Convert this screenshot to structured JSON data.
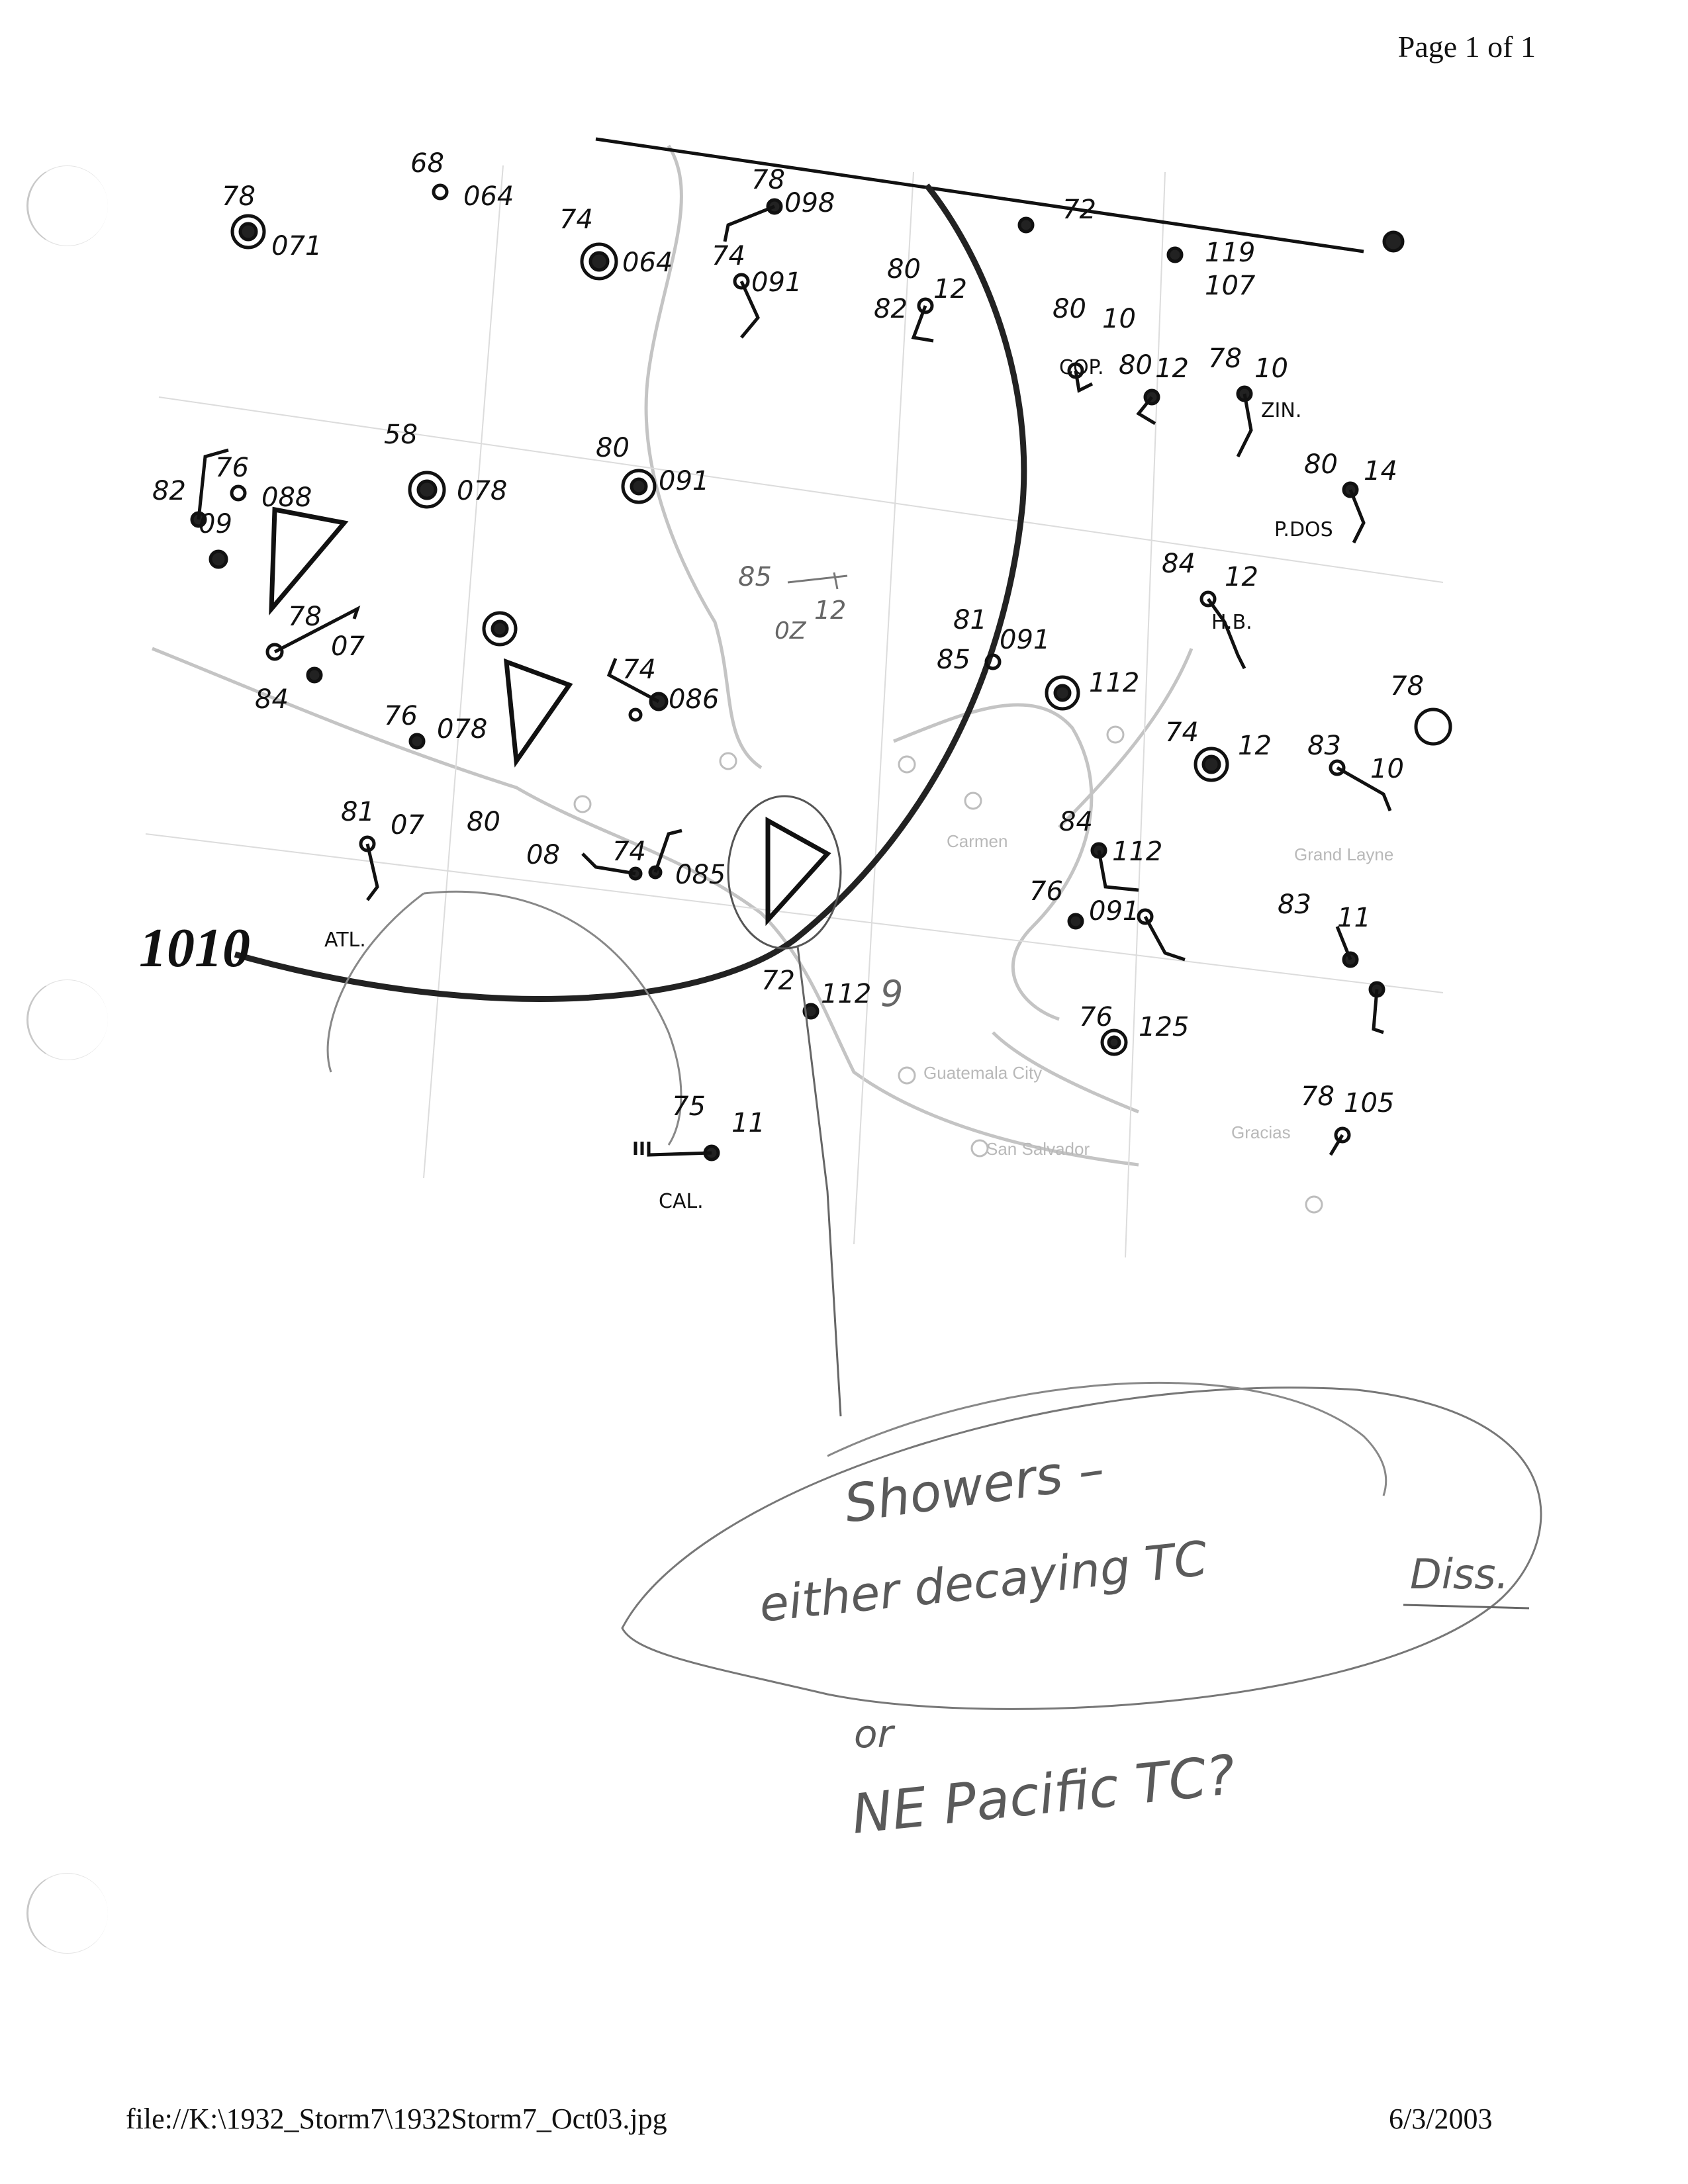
{
  "header": {
    "page_label": "Page 1 of 1"
  },
  "footer": {
    "file_path": "file://K:\\1932_Storm7\\1932Storm7_Oct03.jpg",
    "date": "6/3/2003"
  },
  "map": {
    "isobar_label": "1010",
    "pencil_station": {
      "temp": "85",
      "pressure": "12",
      "note": "0Z"
    },
    "pencil_near_center": "9",
    "stations": [
      {
        "id": "s1",
        "temp": "78",
        "pressure": "071"
      },
      {
        "id": "s2",
        "temp": "68",
        "pressure": "064"
      },
      {
        "id": "s3",
        "temp": "74",
        "pressure": "064"
      },
      {
        "id": "s4",
        "temp": "78",
        "pressure": "098"
      },
      {
        "id": "s5",
        "temp": "74",
        "pressure": "091"
      },
      {
        "id": "s6",
        "temp": "80",
        "pressure": ""
      },
      {
        "id": "s7",
        "temp": "82",
        "pressure": "12"
      },
      {
        "id": "s8",
        "temp": "72",
        "pressure": ""
      },
      {
        "id": "s9",
        "temp": "119",
        "pressure": "107"
      },
      {
        "id": "s10",
        "temp": "80",
        "pressure": "10"
      },
      {
        "id": "s11",
        "temp": "80",
        "pressure": "12"
      },
      {
        "id": "s12",
        "temp": "78",
        "pressure": "10"
      },
      {
        "id": "s13",
        "temp": "80",
        "pressure": "14"
      },
      {
        "id": "s14",
        "temp": "58",
        "pressure": "078"
      },
      {
        "id": "s15",
        "temp": "80",
        "pressure": "091"
      },
      {
        "id": "s16",
        "temp": "76",
        "pressure": "088"
      },
      {
        "id": "s17",
        "temp": "82",
        "pressure": "09"
      },
      {
        "id": "s18",
        "temp": "84",
        "pressure": "12"
      },
      {
        "id": "s19",
        "temp": "78",
        "pressure": "07"
      },
      {
        "id": "s20",
        "temp": "84",
        "pressure": ""
      },
      {
        "id": "s21",
        "temp": "76",
        "pressure": "078"
      },
      {
        "id": "s22",
        "temp": "74",
        "pressure": "086"
      },
      {
        "id": "s23",
        "temp": "81",
        "pressure": "091"
      },
      {
        "id": "s24",
        "temp": "85",
        "pressure": "112"
      },
      {
        "id": "s25",
        "temp": "78",
        "pressure": ""
      },
      {
        "id": "s26",
        "temp": "74",
        "pressure": "12"
      },
      {
        "id": "s27",
        "temp": "83",
        "pressure": "10"
      },
      {
        "id": "s28",
        "temp": "81",
        "pressure": "07"
      },
      {
        "id": "s29",
        "temp": "80",
        "pressure": "08"
      },
      {
        "id": "s30",
        "temp": "74",
        "pressure": "085"
      },
      {
        "id": "s31",
        "temp": "84",
        "pressure": "112"
      },
      {
        "id": "s32",
        "temp": "76",
        "pressure": "091"
      },
      {
        "id": "s33",
        "temp": "83",
        "pressure": "11"
      },
      {
        "id": "s34",
        "temp": "72",
        "pressure": "112"
      },
      {
        "id": "s35",
        "temp": "76",
        "pressure": "125"
      },
      {
        "id": "s36",
        "temp": "78",
        "pressure": "105"
      },
      {
        "id": "s37",
        "temp": "75",
        "pressure": "11"
      }
    ],
    "station_codes": [
      "ATL.",
      "CAL.",
      "ZIN.",
      "P.DOS",
      "H.B.",
      "COP."
    ],
    "place_names": [
      "Carmen",
      "Guatemala City",
      "San Salvador",
      "Grand Layne",
      "Gracias"
    ]
  },
  "annotation": {
    "line1": "Showers –",
    "line2": "either decaying TC",
    "diss": "Diss.",
    "line3": "or",
    "line4": "NE Pacific TC?"
  }
}
